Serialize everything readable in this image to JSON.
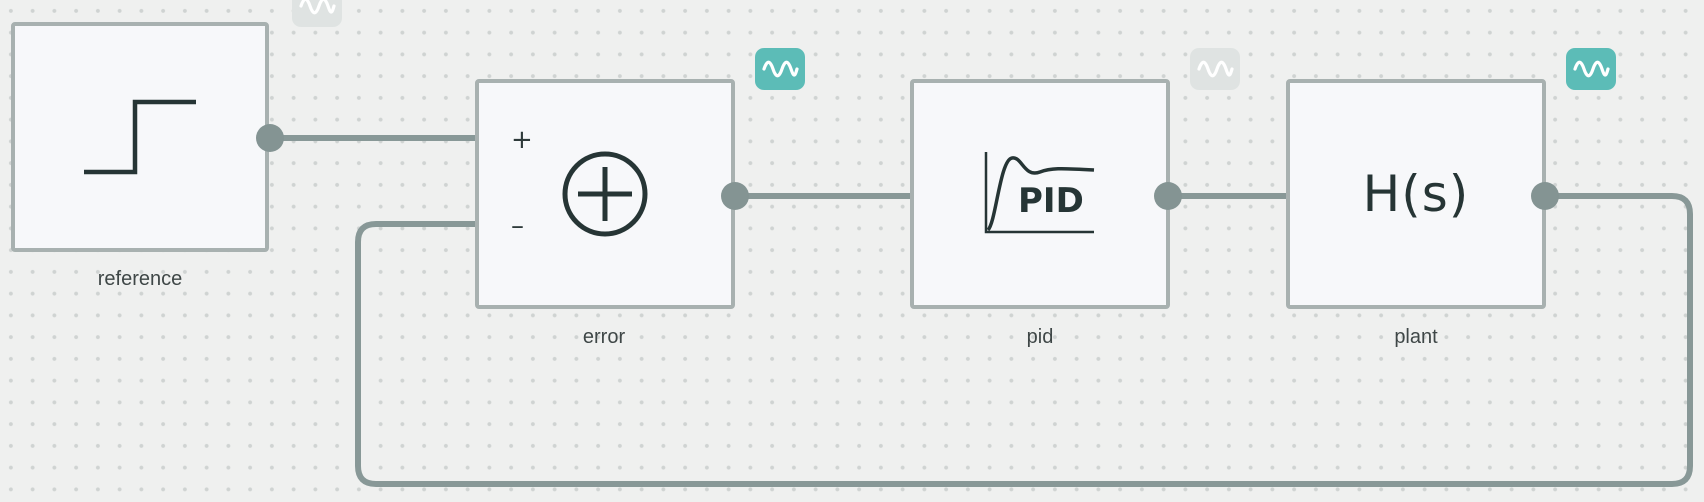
{
  "diagram": {
    "blocks": [
      {
        "id": "reference",
        "label": "reference",
        "icon": "step-icon"
      },
      {
        "id": "error",
        "label": "error",
        "icon": "sum-icon",
        "input_signs": [
          "+",
          "–"
        ]
      },
      {
        "id": "pid",
        "label": "pid",
        "icon": "pid-icon",
        "icon_text": "PID"
      },
      {
        "id": "plant",
        "label": "plant",
        "icon": "transfer-function-icon",
        "icon_text": "H(s)"
      }
    ],
    "connections": [
      {
        "from": "reference",
        "to": "error",
        "to_port": "+"
      },
      {
        "from": "error",
        "to": "pid"
      },
      {
        "from": "pid",
        "to": "plant"
      },
      {
        "from": "plant",
        "to": "error",
        "to_port": "–",
        "type": "feedback"
      }
    ],
    "scopes": [
      {
        "near": "reference",
        "active": false
      },
      {
        "near": "error",
        "active": true
      },
      {
        "near": "pid",
        "active": false
      },
      {
        "near": "plant",
        "active": true
      }
    ]
  },
  "colors": {
    "background": "#eff0ef",
    "wire": "#889897",
    "block_border": "#a8b1b0",
    "block_fill": "#f7f8fa",
    "scope_active": "#5cbcb7",
    "scope_inactive": "#dfe3e2",
    "icon": "#263535"
  }
}
